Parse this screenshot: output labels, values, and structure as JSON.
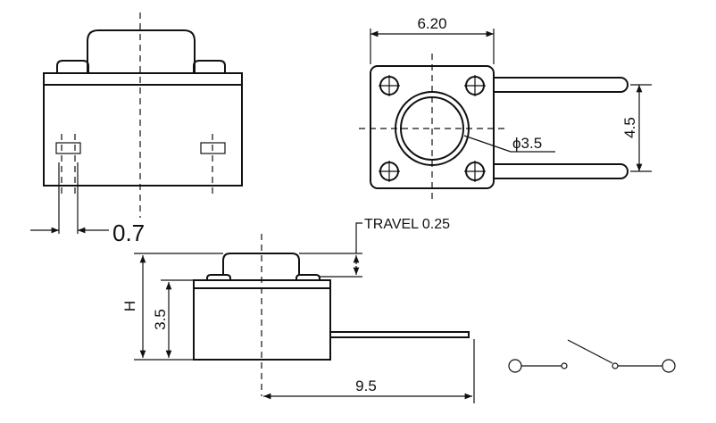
{
  "labels": {
    "width_top": "6.20",
    "diameter": "ϕ3.5",
    "pitch_side": "4.5",
    "pin_width": "0.7",
    "travel": "TRAVEL 0.25",
    "height": "H",
    "body_height": "3.5",
    "length": "9.5"
  },
  "colors": {
    "line": "#111111",
    "background": "#ffffff"
  }
}
